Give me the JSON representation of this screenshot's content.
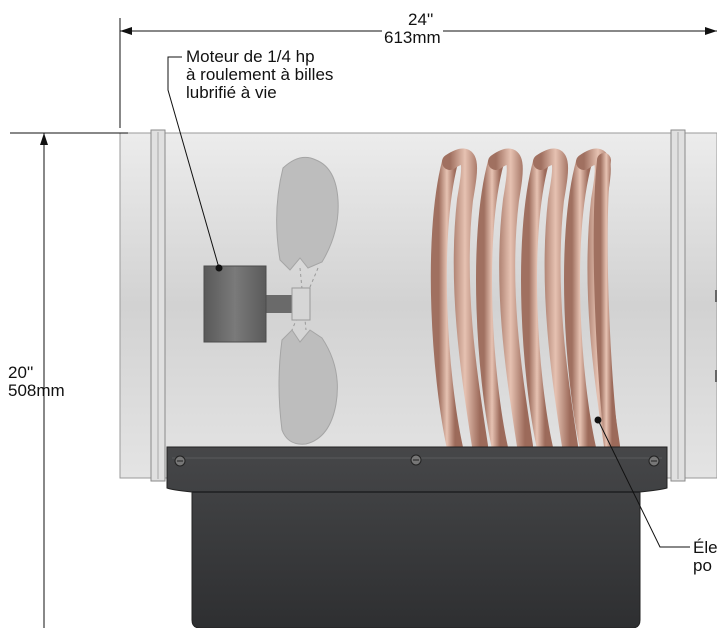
{
  "dimensions": {
    "width": {
      "inches": "24''",
      "mm": "613mm"
    },
    "height": {
      "inches": "20''",
      "mm": "508mm"
    }
  },
  "callouts": {
    "motor": {
      "lines": [
        "Moteur de 1/4 hp",
        "à roulement à billes",
        "lubrifié à vie"
      ]
    },
    "element": {
      "lines": [
        "Éle",
        "po"
      ]
    }
  },
  "colors": {
    "duct_body": "#d8d8d8",
    "copper_coil": "#c99a86",
    "junction_box": "#3a3b3d",
    "motor": "#6b6b6b",
    "fan_blade": "#bcbcbc"
  }
}
